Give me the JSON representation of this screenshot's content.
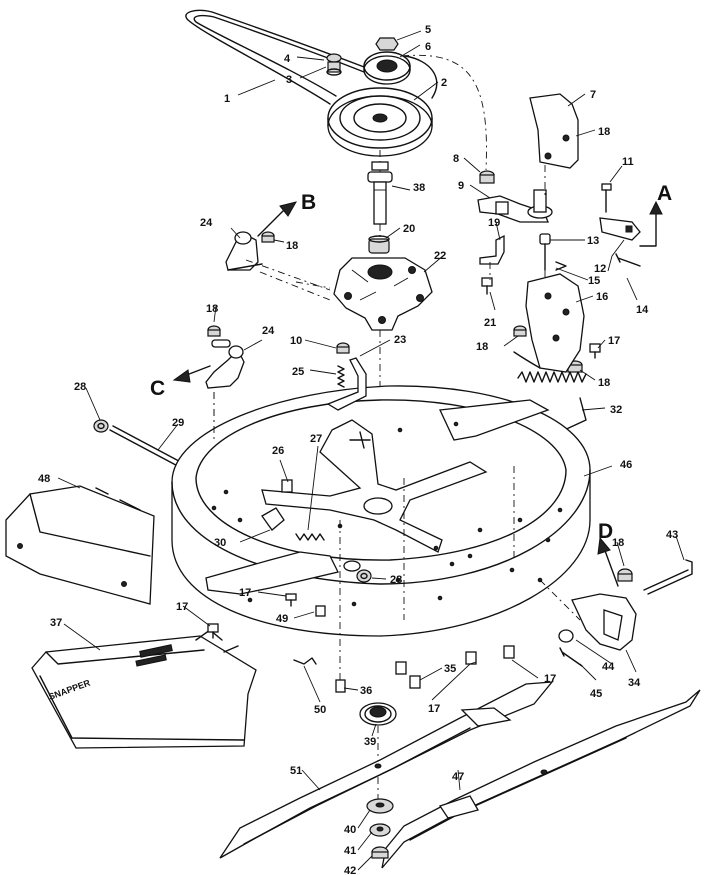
{
  "callouts": {
    "1": "1",
    "2": "2",
    "3": "3",
    "4": "4",
    "5": "5",
    "6": "6",
    "7": "7",
    "8": "8",
    "9": "9",
    "10": "10",
    "11": "11",
    "12": "12",
    "13": "13",
    "14": "14",
    "15": "15",
    "16": "16",
    "17": "17",
    "18": "18",
    "19": "19",
    "20": "20",
    "21": "21",
    "22": "22",
    "23": "23",
    "24": "24",
    "25": "25",
    "26": "26",
    "27": "27",
    "28": "28",
    "29": "29",
    "30": "30",
    "32": "32",
    "34": "34",
    "35": "35",
    "36": "36",
    "37": "37",
    "38": "38",
    "39": "39",
    "40": "40",
    "41": "41",
    "42": "42",
    "43": "43",
    "44": "44",
    "45": "45",
    "46": "46",
    "47": "47",
    "48": "48",
    "49": "49",
    "50": "50",
    "51": "51"
  },
  "view_markers": {
    "A": "A",
    "B": "B",
    "C": "C",
    "D": "D"
  },
  "deck_label": "SNAPPER"
}
